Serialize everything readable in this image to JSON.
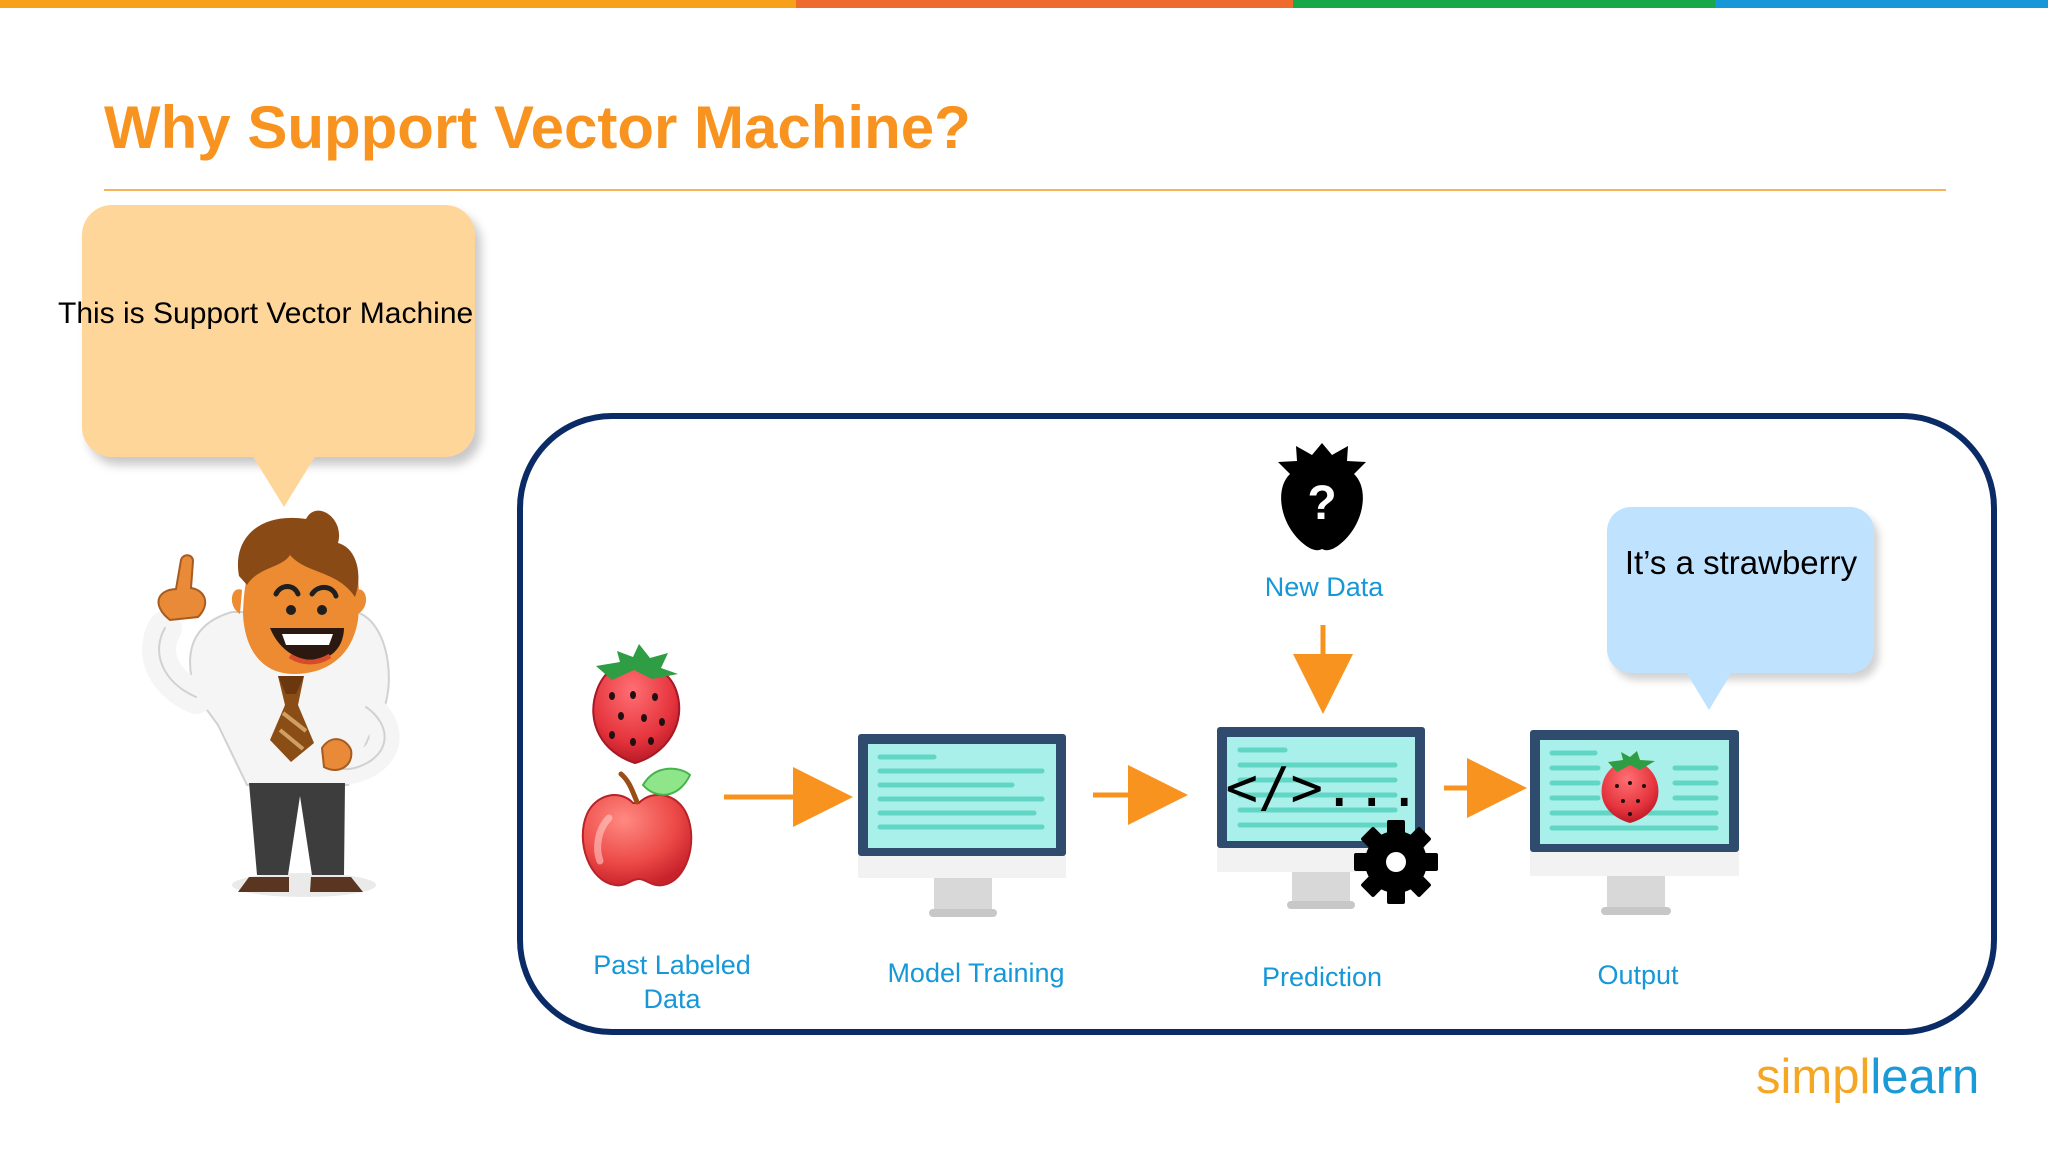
{
  "slide": {
    "title": "Why Support Vector Machine?",
    "speech": "This is Support Vector Machine",
    "output_bubble": "It’s a strawberry"
  },
  "icons": {
    "presenter": "presenter-character-icon",
    "strawberry": "strawberry-icon",
    "apple": "apple-icon",
    "mystery_data": "question-strawberry-icon",
    "computer": "computer-monitor-icon",
    "code": "code-symbol",
    "gear": "gear-icon",
    "arrow": "arrow-icon"
  },
  "flow": {
    "new_data_label": "New Data",
    "code_symbol": "</>...",
    "steps": [
      {
        "label_line1": "Past Labeled",
        "label_line2": "Data"
      },
      {
        "label_line1": "Model Training",
        "label_line2": ""
      },
      {
        "label_line1": "Prediction",
        "label_line2": ""
      },
      {
        "label_line1": "Output",
        "label_line2": ""
      }
    ]
  },
  "brand": {
    "logo_left": "simpl",
    "logo_right": "learn"
  },
  "colors": {
    "title": "#f7931e",
    "top_bar_orange": "#f7a11a",
    "top_bar_deep_orange": "#ef6b2d",
    "top_bar_green": "#18a84a",
    "top_bar_blue": "#1698d8",
    "flow_label": "#1698d8",
    "speech_bubble": "#ffd699",
    "output_bubble": "#bfe2ff",
    "container_border": "#0b2b66",
    "arrow": "#f7931e",
    "monitor_frame": "#2f4c6e",
    "monitor_screen": "#aaf0ea",
    "monitor_lines": "#62d6c5"
  }
}
